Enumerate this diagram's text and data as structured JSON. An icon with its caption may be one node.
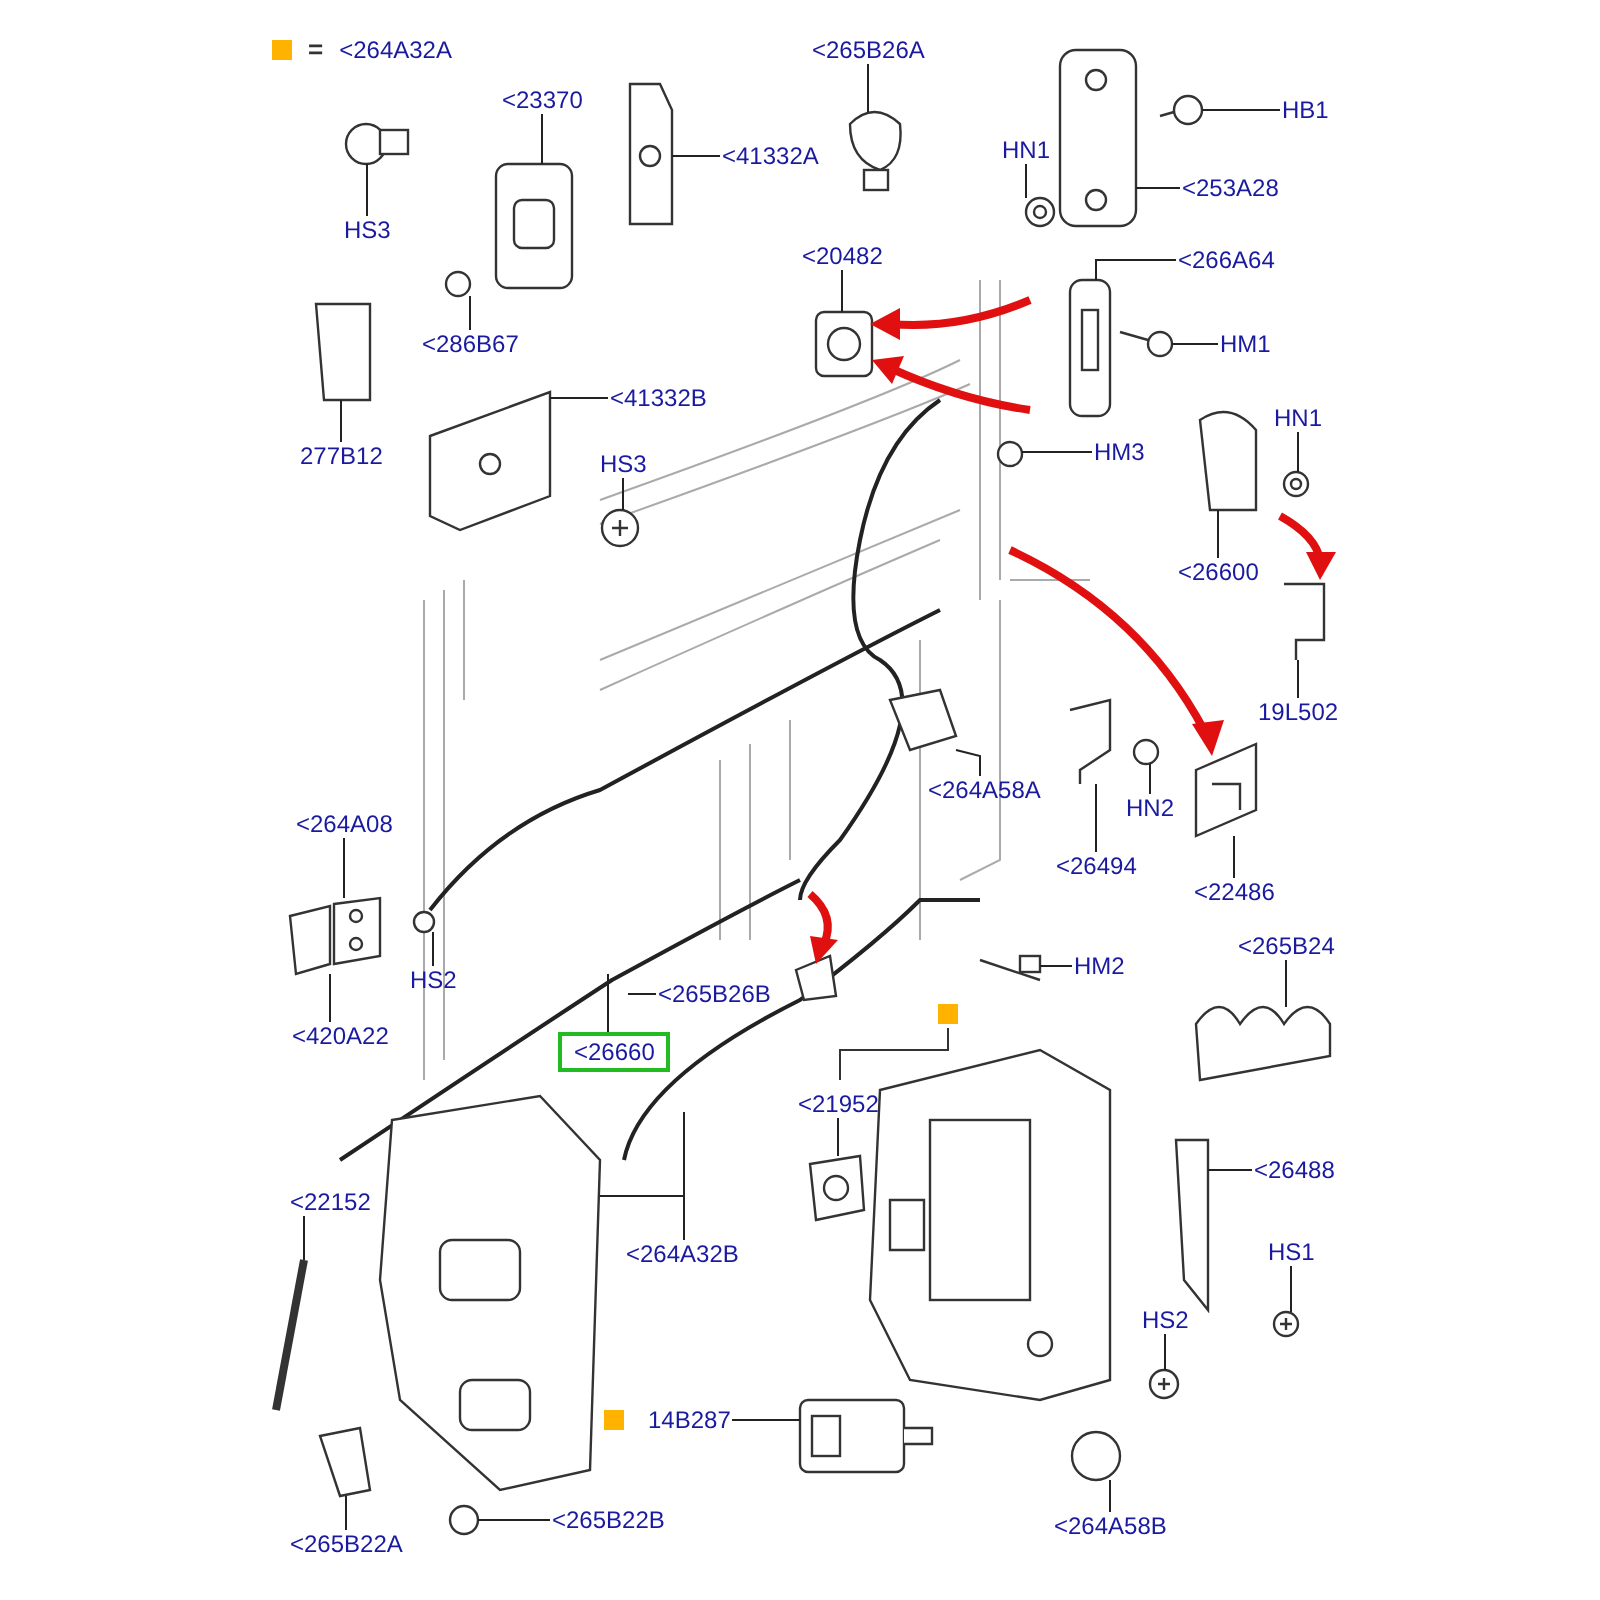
{
  "diagram": {
    "nodes": [
      {
        "text": [
          "<265B26A"
        ]
      },
      {
        "text": [
          "HB1"
        ]
      },
      {
        "text": [
          "<23370"
        ]
      },
      {
        "text": [
          "<41332A"
        ]
      },
      {
        "text": [
          "HS3"
        ]
      },
      {
        "text": [
          "HN1"
        ]
      },
      {
        "text": [
          "<253A28"
        ]
      },
      {
        "text": [
          "<20482"
        ]
      },
      {
        "text": [
          "<266A64"
        ]
      },
      {
        "text": [
          "HM1"
        ]
      },
      {
        "text": [
          "<286B67"
        ]
      },
      {
        "text": [
          "<41332B"
        ]
      },
      {
        "text": [
          "277B12"
        ]
      },
      {
        "text": [
          "HS3"
        ]
      },
      {
        "text": [
          "HN1"
        ]
      },
      {
        "text": [
          "HM3"
        ]
      },
      {
        "text": [
          "<26600"
        ]
      },
      {
        "text": [
          "19L502"
        ]
      },
      {
        "text": [
          "<264A58A"
        ]
      },
      {
        "text": [
          "HN2"
        ]
      },
      {
        "text": [
          "<26494"
        ]
      },
      {
        "text": [
          "<22486"
        ]
      },
      {
        "text": [
          "<264A08"
        ]
      },
      {
        "text": [
          "<265B24"
        ]
      },
      {
        "text": [
          "HS2"
        ]
      },
      {
        "text": [
          "HM2"
        ]
      },
      {
        "text": [
          "<265B26B"
        ]
      },
      {
        "text": [
          "<420A22"
        ]
      },
      {
        "text": [
          "<26660"
        ]
      },
      {
        "text": [
          "<21952"
        ]
      },
      {
        "text": [
          "<26488"
        ]
      },
      {
        "text": [
          "<22152"
        ]
      },
      {
        "text": [
          "<264A32B"
        ]
      },
      {
        "text": [
          "HS1"
        ]
      },
      {
        "text": [
          "HS2"
        ]
      },
      {
        "text": [
          "14B287"
        ]
      },
      {
        "text": [
          "<265B22A"
        ]
      },
      {
        "text": [
          "<265B22B"
        ]
      },
      {
        "text": [
          "<264A58B"
        ]
      },
      {
        "text": [],
        "shape": "picture"
      },
      {
        "text": [],
        "shape": "picture"
      },
      {
        "text": [],
        "shape": "picture"
      },
      {
        "text": [],
        "shape": "picture"
      },
      {
        "text": [],
        "shape": "picture"
      },
      {
        "text": [],
        "shape": "picture"
      },
      {
        "text": [],
        "shape": "picture"
      },
      {
        "text": [],
        "shape": "picture"
      },
      {
        "text": [],
        "shape": "picture"
      },
      {
        "text": [],
        "shape": "picture"
      },
      {
        "text": [],
        "shape": "picture"
      },
      {
        "text": [],
        "shape": "picture"
      },
      {
        "text": [],
        "shape": "picture"
      },
      {
        "text": [],
        "shape": "picture"
      },
      {
        "text": [],
        "shape": "picture"
      },
      {
        "text": [],
        "shape": "picture"
      },
      {
        "text": [],
        "shape": "picture"
      },
      {
        "text": [],
        "shape": "picture"
      },
      {
        "text": [],
        "shape": "picture"
      },
      {
        "text": [],
        "shape": "picture"
      },
      {
        "text": [],
        "shape": "picture"
      },
      {
        "text": [],
        "shape": "picture"
      },
      {
        "text": [],
        "shape": "picture"
      },
      {
        "text": [],
        "shape": "picture"
      },
      {
        "text": [],
        "shape": "picture"
      },
      {
        "text": [],
        "shape": "picture"
      },
      {
        "text": [],
        "shape": "picture"
      },
      {
        "text": [],
        "shape": "picture"
      },
      {
        "text": [],
        "shape": "picture"
      },
      {
        "text": [],
        "shape": "picture"
      },
      {
        "text": [],
        "shape": "picture"
      },
      {
        "text": [],
        "shape": "picture"
      },
      {
        "text": [],
        "shape": "picture"
      },
      {
        "text": [],
        "shape": "picture"
      },
      {
        "text": [],
        "shape": "picture"
      },
      {
        "text": [],
        "shape": "picture"
      },
      {
        "text": [],
        "shape": "picture"
      },
      {
        "text": [],
        "shape": "picture"
      }
    ],
    "edges": [
      {
        "from": 0,
        "to": 39,
        "arrow": "none"
      },
      {
        "from": 1,
        "to": 40,
        "arrow": "none"
      },
      {
        "from": 2,
        "to": 41,
        "arrow": "none"
      },
      {
        "from": 3,
        "to": 42,
        "arrow": "none"
      },
      {
        "from": 4,
        "to": 43,
        "arrow": "none"
      },
      {
        "from": 5,
        "to": 44,
        "arrow": "none"
      },
      {
        "from": 6,
        "to": 45,
        "arrow": "none"
      },
      {
        "from": 7,
        "to": 46,
        "arrow": "none"
      },
      {
        "from": 8,
        "to": 47,
        "arrow": "none"
      },
      {
        "from": 9,
        "to": 48,
        "arrow": "none"
      },
      {
        "from": 10,
        "to": 49,
        "arrow": "none"
      },
      {
        "from": 11,
        "to": 50,
        "arrow": "none"
      },
      {
        "from": 12,
        "to": 51,
        "arrow": "none"
      },
      {
        "from": 13,
        "to": 52,
        "arrow": "none"
      },
      {
        "from": 14,
        "to": 53,
        "arrow": "none"
      },
      {
        "from": 15,
        "to": 54,
        "arrow": "none"
      },
      {
        "from": 16,
        "to": 55,
        "arrow": "none"
      },
      {
        "from": 17,
        "to": 56,
        "arrow": "none"
      },
      {
        "from": 18,
        "to": 57,
        "arrow": "none"
      },
      {
        "from": 19,
        "to": 58,
        "arrow": "none"
      },
      {
        "from": 20,
        "to": 59,
        "arrow": "none"
      },
      {
        "from": 21,
        "to": 60,
        "arrow": "none"
      },
      {
        "from": 22,
        "to": 61,
        "arrow": "none"
      },
      {
        "from": 23,
        "to": 62,
        "arrow": "none"
      },
      {
        "from": 24,
        "to": 63,
        "arrow": "none"
      },
      {
        "from": 25,
        "to": 64,
        "arrow": "none"
      },
      {
        "from": 26,
        "to": null,
        "arrow": "none"
      },
      {
        "from": 27,
        "to": 65,
        "arrow": "none"
      },
      {
        "from": 28,
        "to": null,
        "arrow": "none"
      },
      {
        "from": 29,
        "to": 66,
        "arrow": "none"
      },
      {
        "from": 30,
        "to": 67,
        "arrow": "none"
      },
      {
        "from": 31,
        "to": 68,
        "arrow": "none"
      },
      {
        "from": 32,
        "to": 69,
        "arrow": "none"
      },
      {
        "from": 33,
        "to": 70,
        "arrow": "none"
      },
      {
        "from": 34,
        "to": 71,
        "arrow": "none"
      },
      {
        "from": 35,
        "to": 72,
        "arrow": "none"
      },
      {
        "from": 36,
        "to": 73,
        "arrow": "none"
      },
      {
        "from": 37,
        "to": 74,
        "arrow": "none"
      },
      {
        "from": 38,
        "to": 75,
        "arrow": "none"
      },
      {
        "from": 32,
        "to": null,
        "arrow": "none"
      }
    ],
    "labels": [
      "="
    ],
    "legend": [
      {
        "text": "<264A32A",
        "color": "#ffb300"
      }
    ]
  }
}
